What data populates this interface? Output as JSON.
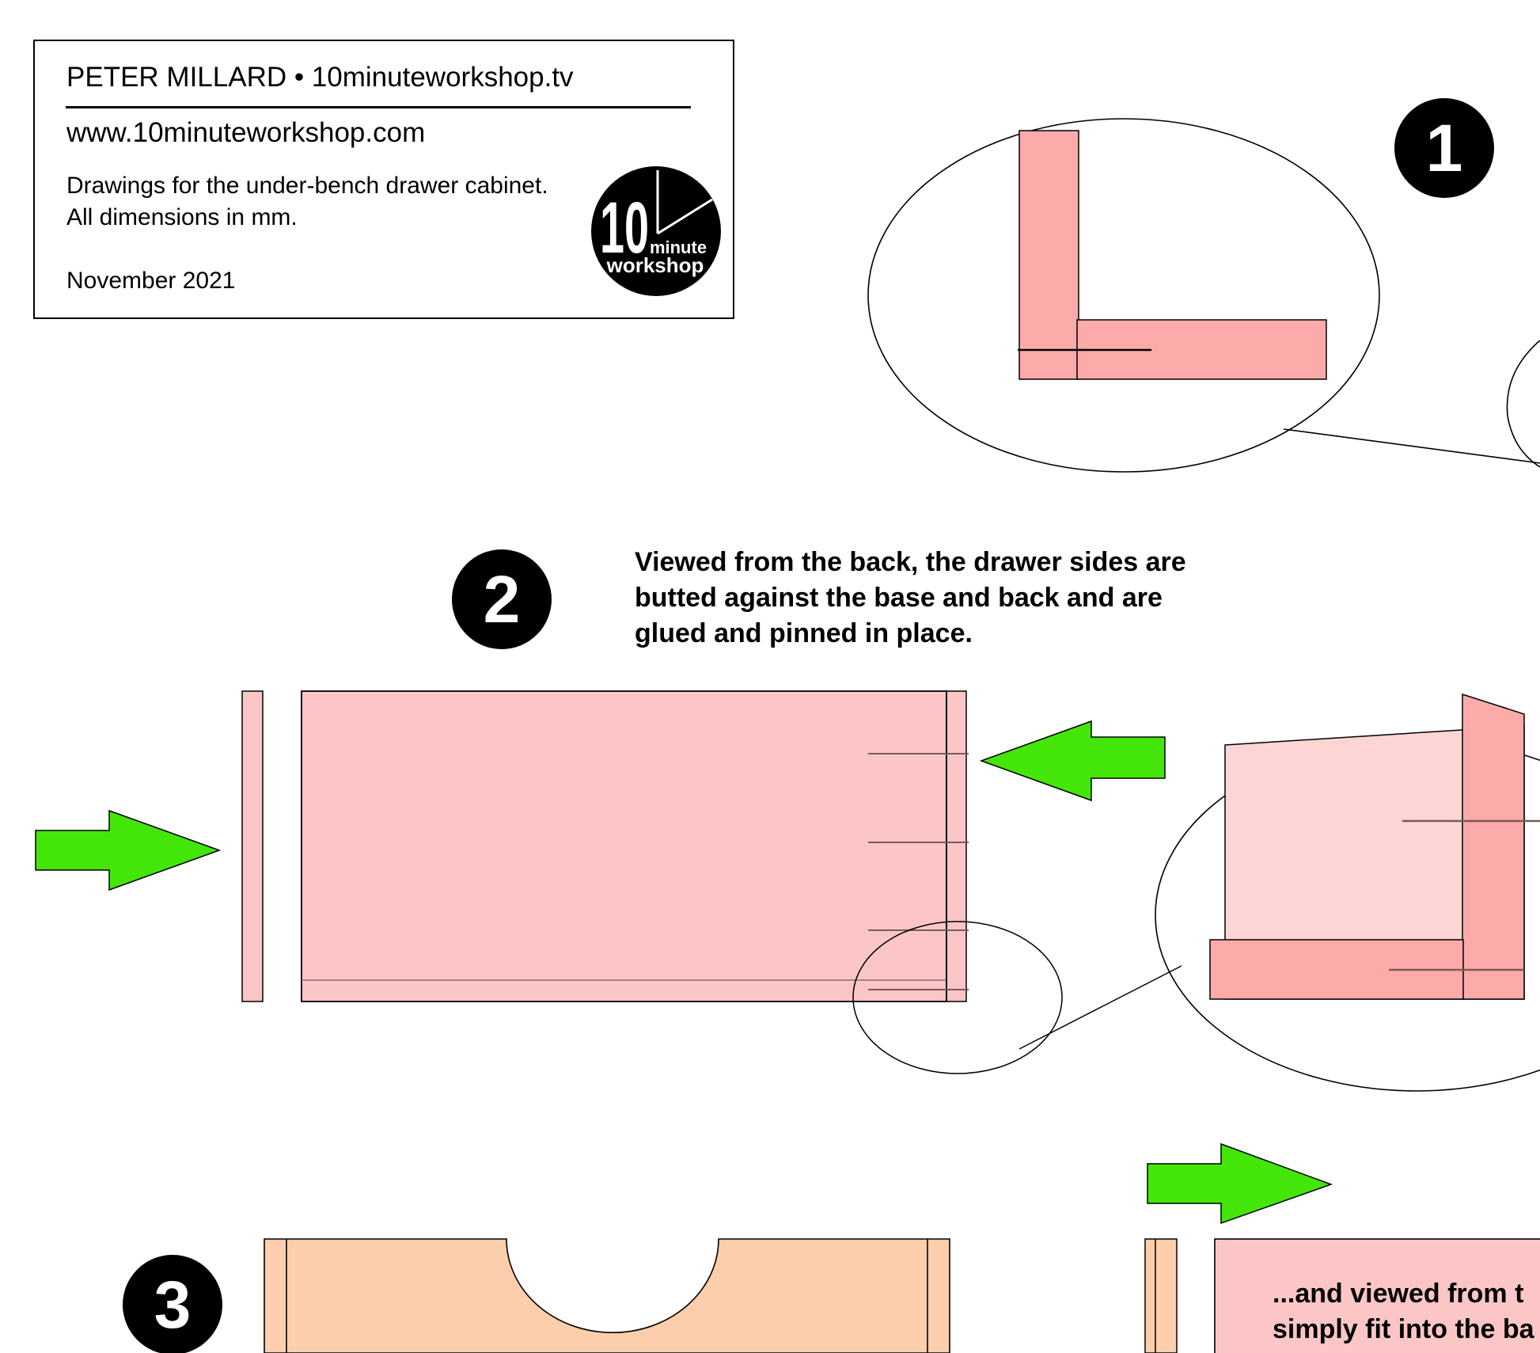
{
  "title_block": {
    "line1": "PETER MILLARD • 10minuteworkshop.tv",
    "line2": "www.10minuteworkshop.com",
    "description": "Drawings for the under-bench drawer cabinet. All dimensions in mm.",
    "date": "November 2021"
  },
  "logo": {
    "number": "10",
    "word1": "minute",
    "word2": "workshop"
  },
  "steps": [
    {
      "number": "1"
    },
    {
      "number": "2"
    },
    {
      "number": "3"
    }
  ],
  "notes": {
    "step2": "Viewed from the back, the drawer sides are butted against the base and back and are glued and pinned in place.",
    "step3": "...and viewed from t\nsimply fit into the ba"
  },
  "colors": {
    "panel_pink": "#fcc6c6",
    "panel_dark_pink": "#fcaaaa",
    "panel_light_pink": "#fdd5d5",
    "panel_peach": "#fcceab",
    "arrow_green": "#44e60a",
    "line": "#000000"
  }
}
